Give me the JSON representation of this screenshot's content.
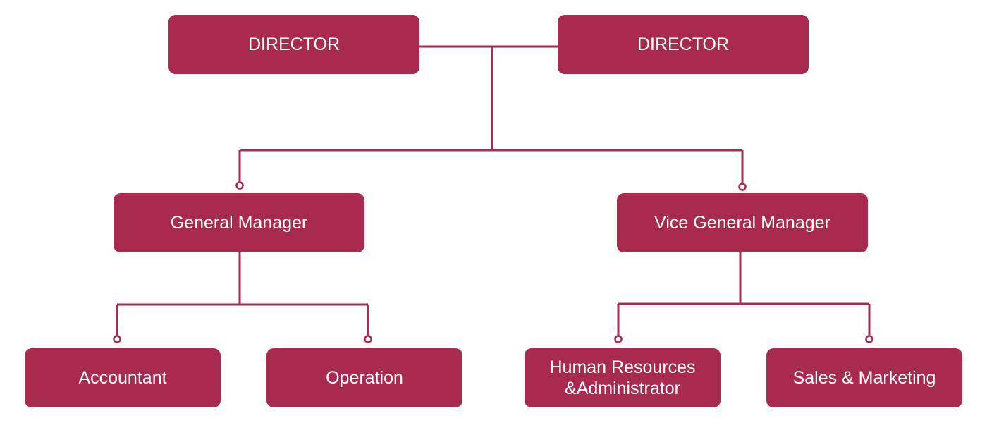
{
  "colors": {
    "box": "#A92A4F",
    "line": "#A92A4F",
    "text": "#FFFFFF"
  },
  "nodes": {
    "director_left": {
      "label": "DIRECTOR"
    },
    "director_right": {
      "label": "DIRECTOR"
    },
    "general_manager": {
      "label": "General Manager"
    },
    "vice_general_manager": {
      "label": "Vice General Manager"
    },
    "accountant": {
      "label": "Accountant"
    },
    "operation": {
      "label": "Operation"
    },
    "human_resources": {
      "label_line1": "Human Resources",
      "label_line2": "&Administrator"
    },
    "sales_marketing": {
      "label": "Sales & Marketing"
    }
  },
  "edges": [
    {
      "from": "director_left",
      "to": "director_right",
      "type": "peer"
    },
    {
      "from": "directors",
      "to": "general_manager",
      "type": "reports"
    },
    {
      "from": "directors",
      "to": "vice_general_manager",
      "type": "reports"
    },
    {
      "from": "general_manager",
      "to": "accountant",
      "type": "reports"
    },
    {
      "from": "general_manager",
      "to": "operation",
      "type": "reports"
    },
    {
      "from": "vice_general_manager",
      "to": "human_resources",
      "type": "reports"
    },
    {
      "from": "vice_general_manager",
      "to": "sales_marketing",
      "type": "reports"
    }
  ]
}
